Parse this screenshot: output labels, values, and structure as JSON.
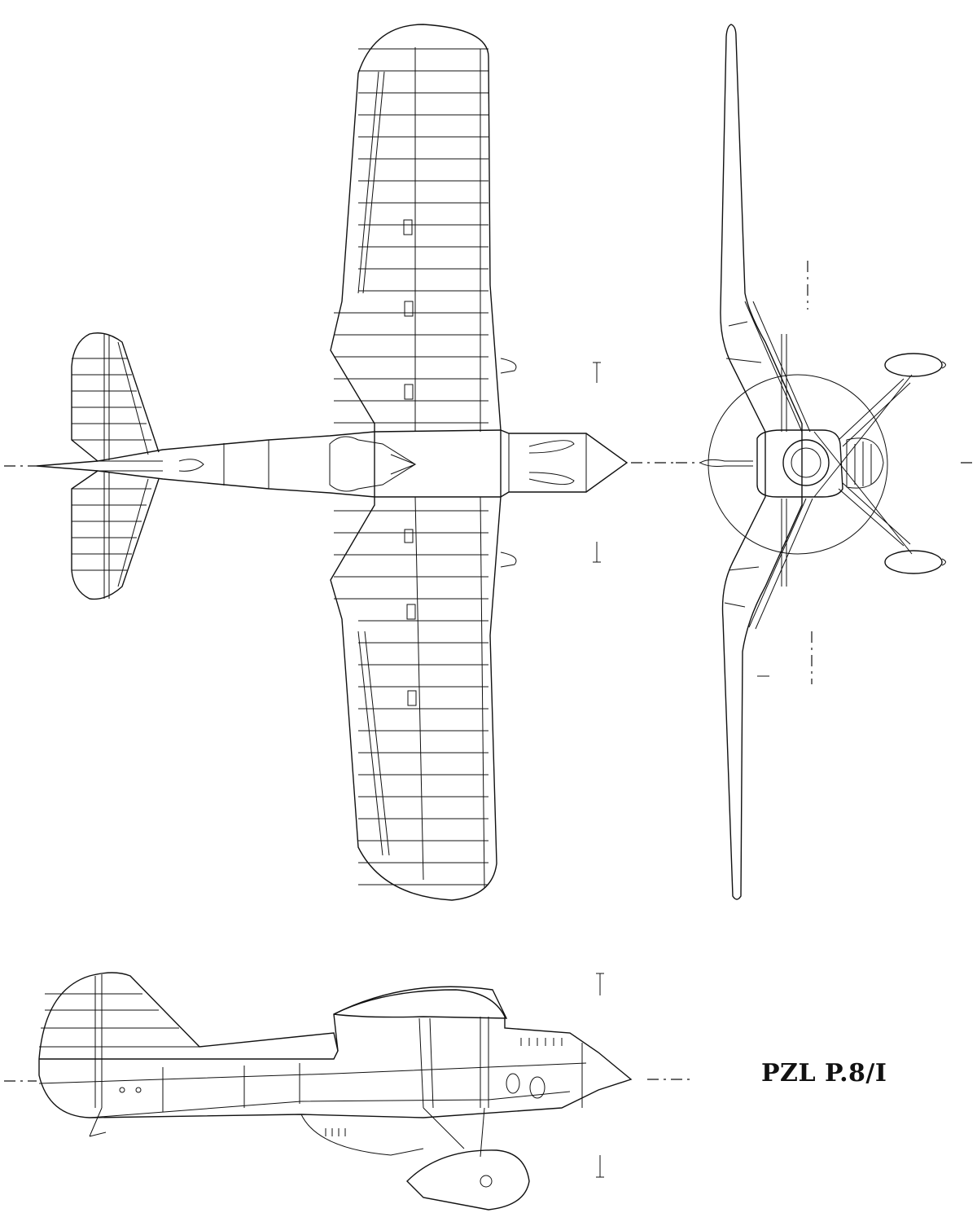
{
  "drawing": {
    "title": "PZL P.8/I",
    "views": [
      "top-view",
      "front-view",
      "side-view"
    ],
    "line_color": "#111111",
    "background": "#ffffff"
  }
}
